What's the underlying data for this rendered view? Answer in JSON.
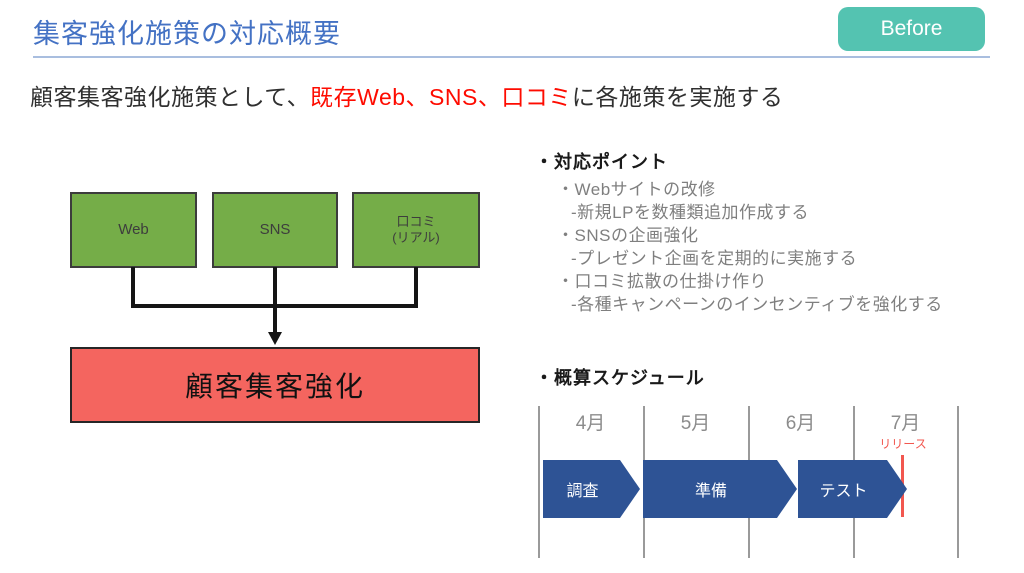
{
  "slide": {
    "title": "集客強化施策の対応概要",
    "badge_label": "Before",
    "subtitle_prefix": "顧客集客強化施策として、",
    "subtitle_highlight": "既存Web、SNS、口コミ",
    "subtitle_suffix": "に各施策を実施する"
  },
  "diagram": {
    "source_boxes": [
      {
        "label": "Web"
      },
      {
        "label": "SNS"
      },
      {
        "label_line1": "口コミ",
        "label_line2": "(リアル)"
      }
    ],
    "target_box_label": "顧客集客強化"
  },
  "points": {
    "heading": "・対応ポイント",
    "items": [
      {
        "title": "・Webサイトの改修",
        "detail": "-新規LPを数種類追加作成する"
      },
      {
        "title": "・SNSの企画強化",
        "detail": "-プレゼント企画を定期的に実施する"
      },
      {
        "title": "・口コミ拡散の仕掛け作り",
        "detail": "-各種キャンペーンのインセンティブを強化する"
      }
    ]
  },
  "schedule": {
    "heading": "・概算スケジュール",
    "months": [
      "4月",
      "5月",
      "6月",
      "7月"
    ],
    "phases": [
      "調査",
      "準備",
      "テスト"
    ],
    "release_label": "リリース"
  },
  "colors": {
    "title_blue": "#4472c4",
    "badge_teal": "#54c3b1",
    "highlight_red": "#fe0b00",
    "source_green": "#75ad48",
    "target_red": "#f4655f",
    "phase_navy": "#2e5395",
    "release_red": "#f2574f",
    "muted_gray": "#7f7f7f"
  }
}
